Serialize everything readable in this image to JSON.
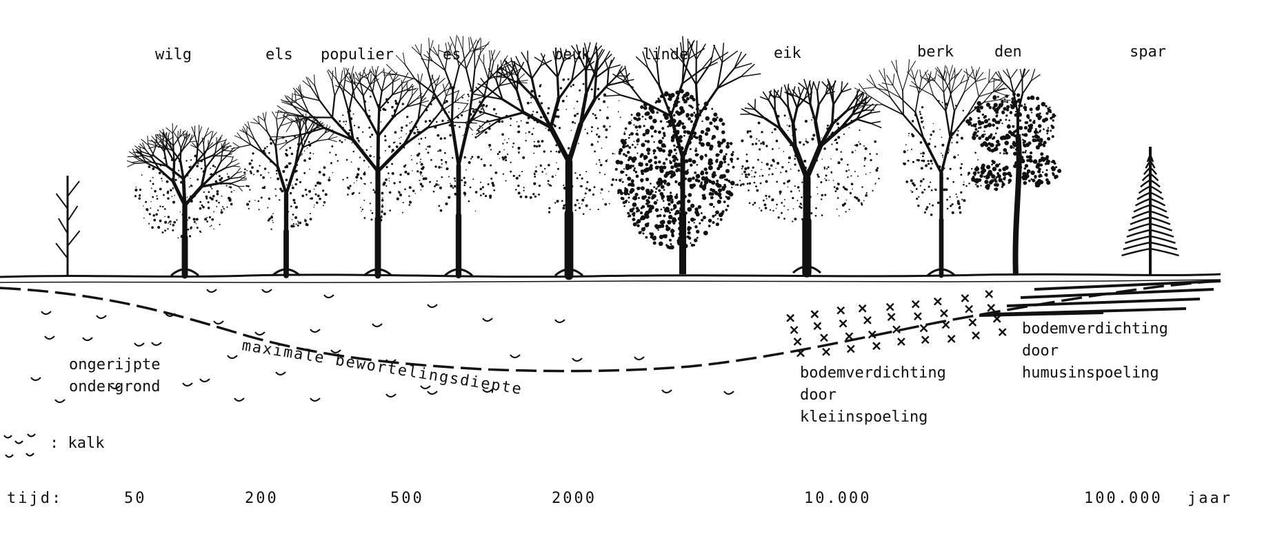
{
  "trees": [
    {
      "name": "wilg"
    },
    {
      "name": "els"
    },
    {
      "name": "populier"
    },
    {
      "name": "es"
    },
    {
      "name": "beuk"
    },
    {
      "name": "linde"
    },
    {
      "name": "eik"
    },
    {
      "name": "berk"
    },
    {
      "name": "den"
    },
    {
      "name": "spar"
    }
  ],
  "soil": {
    "unripe_line1": "ongerijpte",
    "unripe_line2": "ondergrond",
    "rooting_depth": "maximale bewortelingsdiepte",
    "clay_line1": "bodemverdichting",
    "clay_line2": "door",
    "clay_line3": "kleiinspoeling",
    "humus_line1": "bodemverdichting",
    "humus_line2": "door",
    "humus_line3": "humusinspoeling"
  },
  "legend": {
    "kalk_label": ": kalk"
  },
  "timeline": {
    "label": "tijd:",
    "ticks": [
      "50",
      "200",
      "500",
      "2000",
      "10.000",
      "100.000"
    ],
    "unit": "jaar"
  },
  "colors": {
    "ink": "#111111",
    "paper": "#ffffff"
  }
}
